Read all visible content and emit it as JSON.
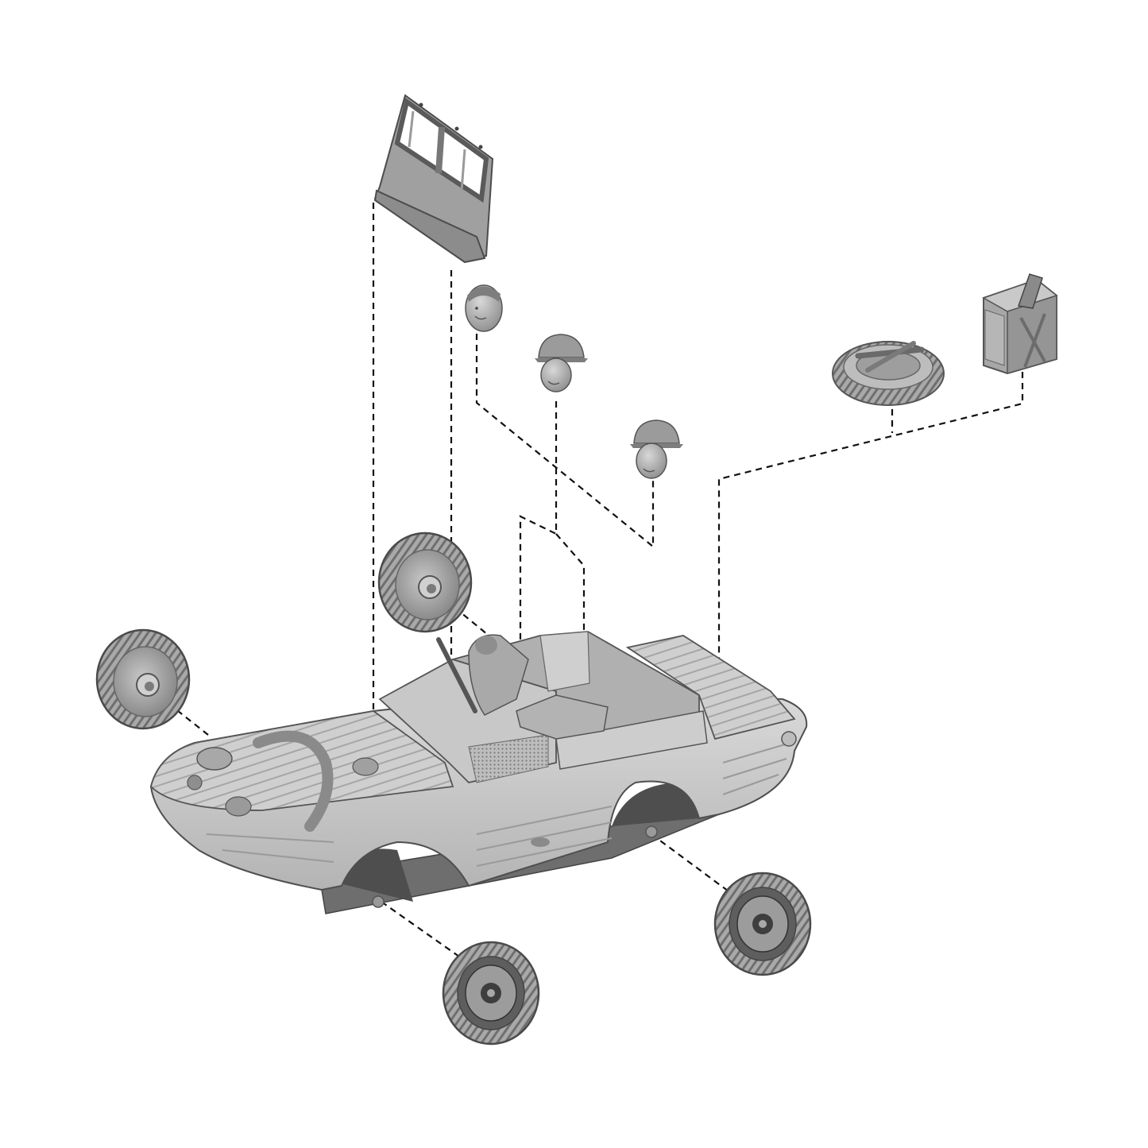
{
  "diagram": {
    "style": "exploded assembly view",
    "background": "#ffffff",
    "palette": {
      "resin_light": "#d2d2d2",
      "resin_mid": "#b9b9b9",
      "resin_dark": "#8c8c8c",
      "shadow": "#5e5e5e",
      "line": "#111111"
    },
    "parts": [
      {
        "name": "windscreen-frame"
      },
      {
        "name": "crew-head-bare"
      },
      {
        "name": "crew-head-helmet-1"
      },
      {
        "name": "crew-head-helmet-2"
      },
      {
        "name": "spare-tire-with-oars"
      },
      {
        "name": "jerry-can"
      },
      {
        "name": "amphibious-hull"
      },
      {
        "name": "seated-crew-figures"
      },
      {
        "name": "wheel-front-left"
      },
      {
        "name": "wheel-front-right"
      },
      {
        "name": "wheel-rear-left"
      },
      {
        "name": "wheel-rear-right"
      }
    ]
  }
}
